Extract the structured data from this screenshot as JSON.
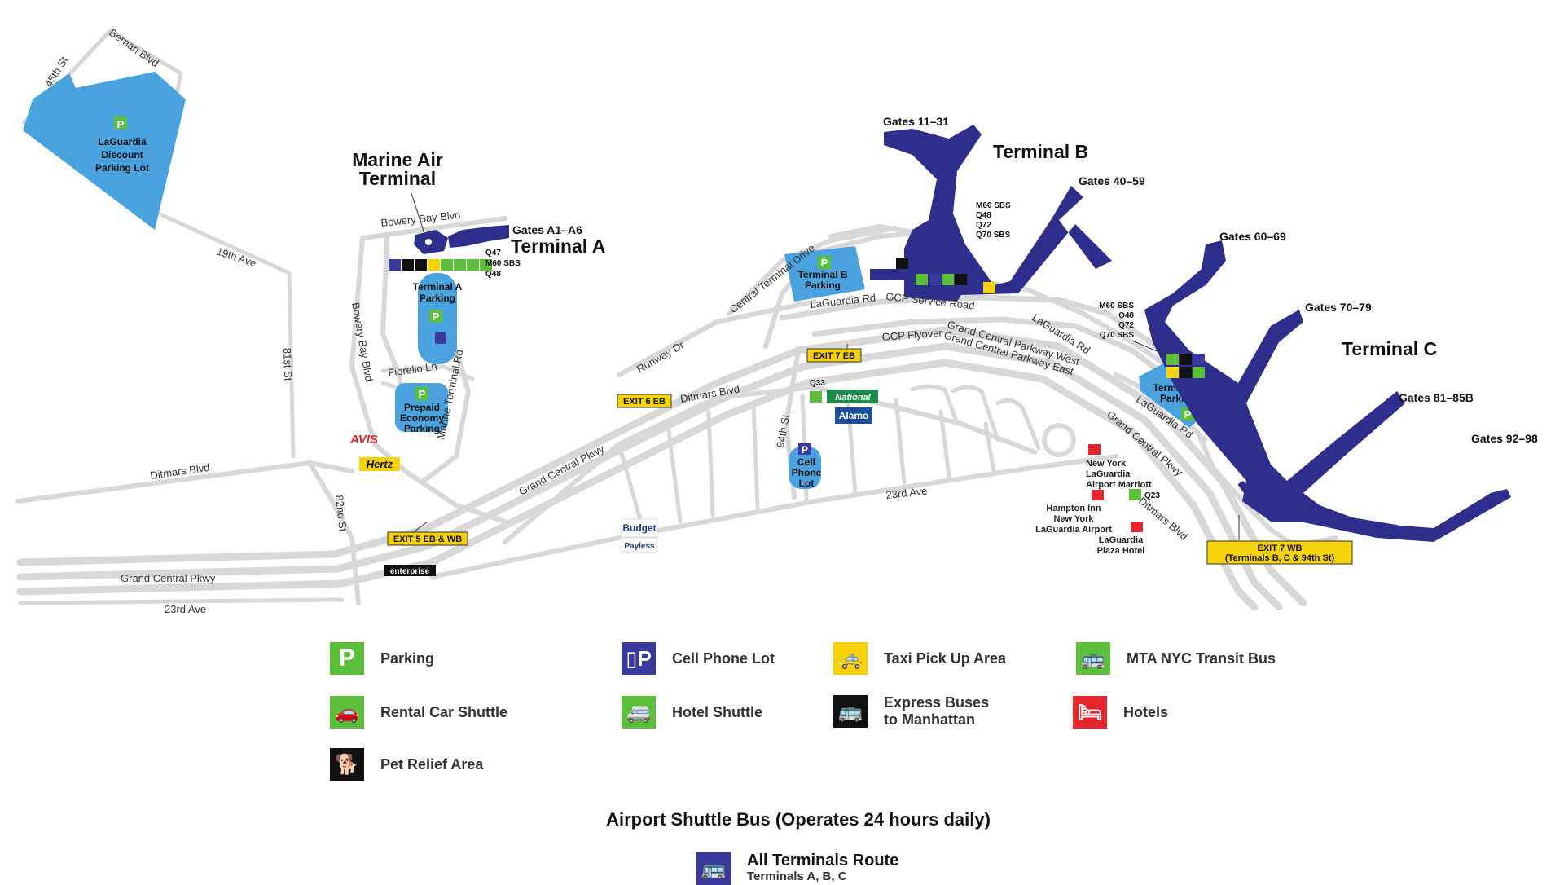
{
  "colors": {
    "terminal": "#2e2f8c",
    "parking": "#4aa3df",
    "road": "#d8d8d8",
    "exit": "#f5d20a",
    "green": "#5bbf3b",
    "hotel": "#e2262b",
    "blue_icon": "#3a3a9e"
  },
  "terminals": {
    "marine_air": [
      "Marine Air",
      "Terminal"
    ],
    "a": "Terminal A",
    "b": "Terminal B",
    "c": "Terminal C"
  },
  "gates": {
    "a1_a6": "Gates A1–A6",
    "g11_31": "Gates 11–31",
    "g40_59": "Gates 40–59",
    "g60_69": "Gates 60–69",
    "g70_79": "Gates 70–79",
    "g81_85b": "Gates 81–85B",
    "g92_98": "Gates 92–98"
  },
  "parking": {
    "discount": [
      "LaGuardia",
      "Discount",
      "Parking Lot"
    ],
    "terminal_a": [
      "Terminal A",
      "Parking"
    ],
    "prepaid": [
      "Prepaid",
      "Economy",
      "Parking"
    ],
    "terminal_b": [
      "Terminal B",
      "Parking"
    ],
    "terminal_c": [
      "Terminal C",
      "Parking"
    ],
    "cell_phone": [
      "Cell",
      "Phone",
      "Lot"
    ]
  },
  "roads": {
    "st45": "45th St",
    "berrian": "Berrian Blvd",
    "ave19": "19th Ave",
    "st81": "81st St",
    "st82": "82nd St",
    "ditmars_w": "Ditmars Blvd",
    "ditmars_m": "Ditmars Blvd",
    "ditmars_e": "Ditmars Blvd",
    "gcp_w": "Grand Central Pkwy",
    "gcp_m": "Grand Central Pkwy",
    "gcp_e": "Grand Central Pkwy",
    "ave23_w": "23rd Ave",
    "ave23_e": "23rd Ave",
    "bowery_bay_blvd": "Bowery Bay Blvd",
    "bowery_bay_blvd_v": "Bowery Bay Blvd",
    "fiorello": "Fiorello Ln",
    "marine_terminal_rd": "Marine Terminal Rd",
    "runway_dr": "Runway Dr",
    "central_terminal_dr": "Central Terminal Drive",
    "laguardia_rd": "LaGuardia Rd",
    "gcp_service_rd": "GCP Service Road",
    "gcp_flyover": "GCP Flyover",
    "gcp_west": "Grand Central Parkway West",
    "gcp_east": "Grand Central Parkway East",
    "laguardia_rd_ne": "LaGuardia Rd",
    "laguardia_rd_c": "LaGuardia Rd",
    "st94": "94th St"
  },
  "exits": {
    "exit5": "EXIT 5 EB & WB",
    "exit6": "EXIT 6 EB",
    "exit7eb": "EXIT 7 EB",
    "exit7wb": [
      "EXIT 7 WB",
      "(Terminals B, C & 94th St)"
    ]
  },
  "buses": {
    "terminal_a": [
      "Q47",
      "M60 SBS",
      "Q48"
    ],
    "terminal_b": [
      "M60 SBS",
      "Q48",
      "Q72",
      "Q70 SBS"
    ],
    "terminal_c": [
      "M60 SBS",
      "Q48",
      "Q72",
      "Q70 SBS"
    ],
    "q33": "Q33",
    "q23": "Q23"
  },
  "hotels": {
    "marriott": [
      "New York",
      "LaGuardia",
      "Airport Marriott"
    ],
    "hampton": [
      "Hampton Inn",
      "New York",
      "LaGuardia Airport"
    ],
    "plaza": [
      "LaGuardia",
      "Plaza Hotel"
    ]
  },
  "rental_brands": {
    "avis": "AVIS",
    "hertz": "Hertz",
    "national": "National",
    "alamo": "Alamo",
    "budget": "Budget",
    "payless": "Payless",
    "enterprise": "enterprise"
  },
  "legend": {
    "parking": "Parking",
    "cell_phone_lot": "Cell Phone Lot",
    "taxi": "Taxi Pick Up Area",
    "mta_bus": "MTA NYC Transit Bus",
    "rental_shuttle": "Rental Car Shuttle",
    "hotel_shuttle": "Hotel Shuttle",
    "express_bus": [
      "Express Buses",
      "to Manhattan"
    ],
    "hotels": "Hotels",
    "pet_relief": "Pet Relief Area"
  },
  "shuttle": {
    "title": "Airport Shuttle Bus (Operates 24 hours daily)",
    "route_name": "All Terminals Route",
    "route_sub": "Terminals A, B, C"
  }
}
